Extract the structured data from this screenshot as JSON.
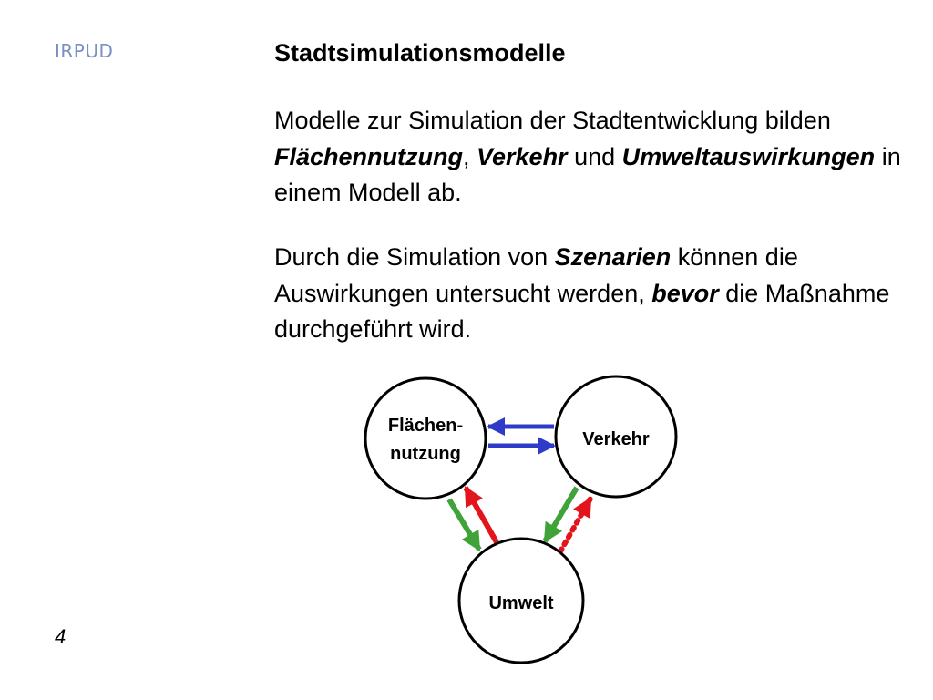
{
  "logo": "IRPUD",
  "title": "Stadtsimulationsmodelle",
  "paragraph1": {
    "t1": "Modelle zur Simulation der Stadtentwicklung bilden ",
    "e1": "Flächennutzung",
    "t2": ", ",
    "e2": "Verkehr",
    "t3": " und ",
    "e3": "Umweltauswirkungen",
    "t4": " in einem Modell ab."
  },
  "paragraph2": {
    "t1": "Durch die Simulation von ",
    "e1": "Szenarien",
    "t2": " können die Auswirkungen untersucht werden, ",
    "e2": "bevor",
    "t3": " die Maßnahme durchgeführt wird."
  },
  "diagram": {
    "nodes": {
      "flaechennutzung": [
        "Flächen-",
        "nutzung"
      ],
      "verkehr": "Verkehr",
      "umwelt": "Umwelt"
    },
    "colors": {
      "blue": "#2e3bc9",
      "green": "#3fa33a",
      "red": "#e3141b"
    }
  },
  "page_number": "4"
}
